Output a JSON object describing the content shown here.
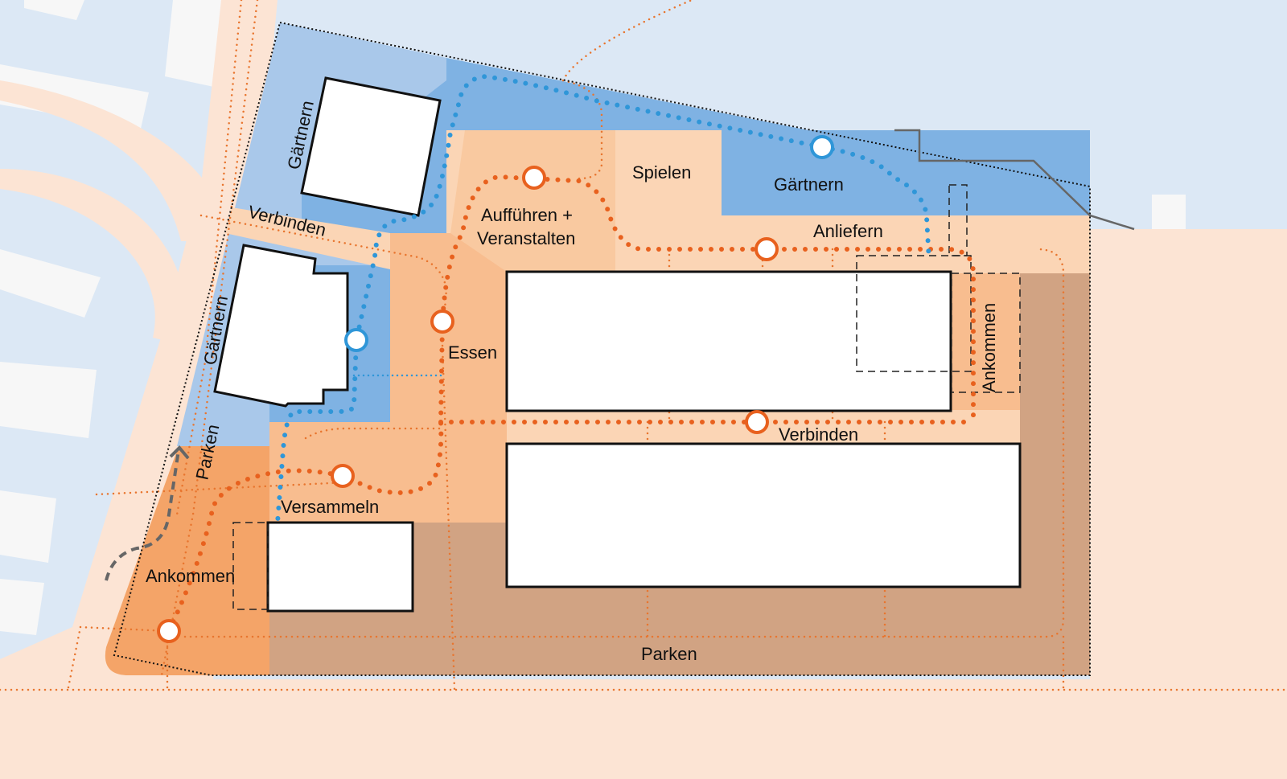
{
  "colors": {
    "water_bg": "#dce8f5",
    "street": "#fce4d4",
    "zone_light_blue": "#a9c8ea",
    "zone_mid_blue": "#7fb2e3",
    "zone_light_orange": "#fbd5b5",
    "zone_mid_orange": "#f8bd8f",
    "zone_strong_orange": "#f4a468",
    "zone_parking": "#d1a383",
    "path_orange": "#e8611e",
    "path_blue": "#2f96d8"
  },
  "labels": {
    "gaertnern_top_left": "Gärtnern",
    "gaertnern_left": "Gärtnern",
    "gaertnern_top_right": "Gärtnern",
    "verbinden_top": "Verbinden",
    "verbinden_middle": "Verbinden",
    "auffuehren_line1": "Aufführen +",
    "auffuehren_line2": "Veranstalten",
    "spielen": "Spielen",
    "anliefern": "Anliefern",
    "essen": "Essen",
    "ankommen_right": "Ankommen",
    "ankommen_left": "Ankommen",
    "parken_left": "Parken",
    "parken_bottom": "Parken",
    "versammeln": "Versammeln"
  }
}
